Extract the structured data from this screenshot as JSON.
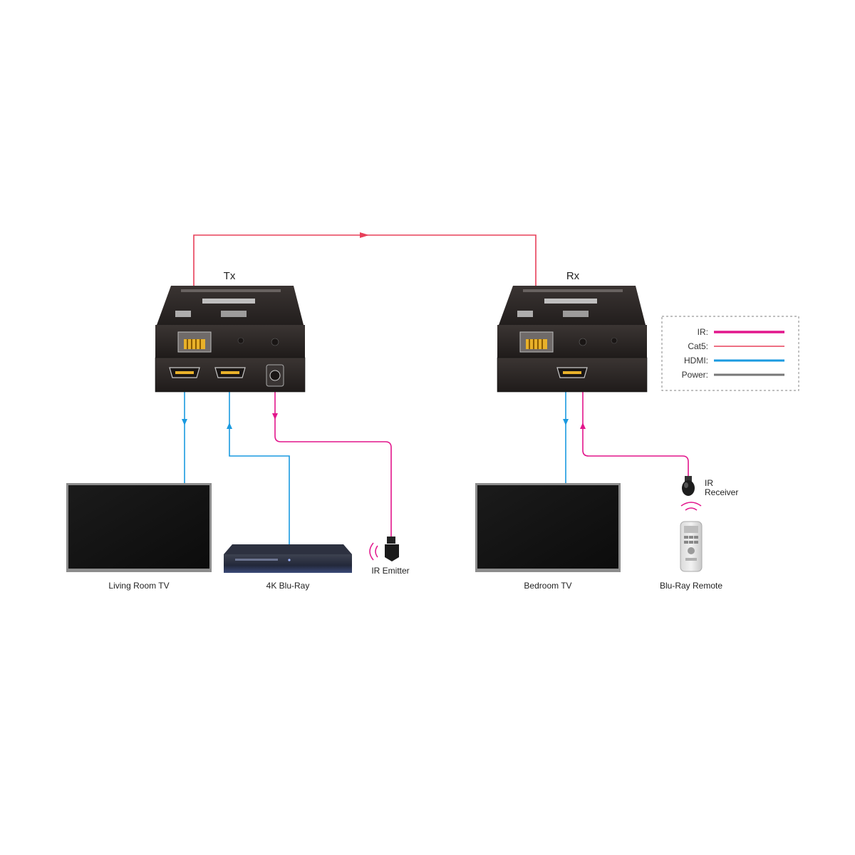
{
  "units": {
    "tx": {
      "label": "Tx"
    },
    "rx": {
      "label": "Rx"
    }
  },
  "devices": {
    "living_room_tv": {
      "label": "Living Room TV"
    },
    "bluray_player": {
      "label": "4K Blu-Ray"
    },
    "ir_emitter": {
      "label": "IR Emitter"
    },
    "bedroom_tv": {
      "label": "Bedroom TV"
    },
    "ir_receiver": {
      "label_line1": "IR",
      "label_line2": "Receiver"
    },
    "bluray_remote": {
      "label": "Blu-Ray Remote"
    }
  },
  "legend": {
    "items": [
      {
        "label": "IR:",
        "color": "#e2168c",
        "icon": "ir-line"
      },
      {
        "label": "Cat5:",
        "color": "#e8405a",
        "icon": "cat5-line"
      },
      {
        "label": "HDMI:",
        "color": "#1a9ae0",
        "icon": "hdmi-line"
      },
      {
        "label": "Power:",
        "color": "#777777",
        "icon": "power-line"
      }
    ]
  },
  "colors": {
    "ir": "#e2168c",
    "cat5": "#e8405a",
    "hdmi": "#1a9ae0",
    "power": "#777777",
    "device_body": "#2b2625",
    "port_gold": "#e8b12a"
  }
}
